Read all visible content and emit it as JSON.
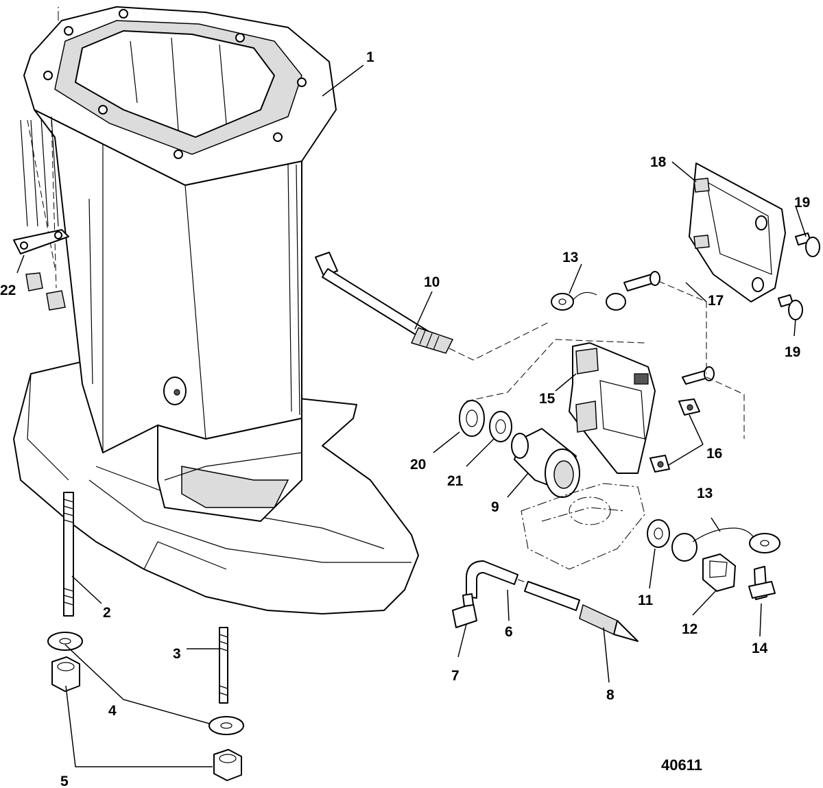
{
  "figure_number": "40611",
  "callouts": {
    "c1": "1",
    "c2": "2",
    "c3": "3",
    "c4": "4",
    "c5": "5",
    "c6": "6",
    "c7": "7",
    "c8": "8",
    "c9": "9",
    "c10": "10",
    "c11": "11",
    "c12": "12",
    "c13a": "13",
    "c13b": "13",
    "c14": "14",
    "c15": "15",
    "c16": "16",
    "c17": "17",
    "c18": "18",
    "c19a": "19",
    "c19b": "19",
    "c20": "20",
    "c21": "21",
    "c22": "22"
  }
}
